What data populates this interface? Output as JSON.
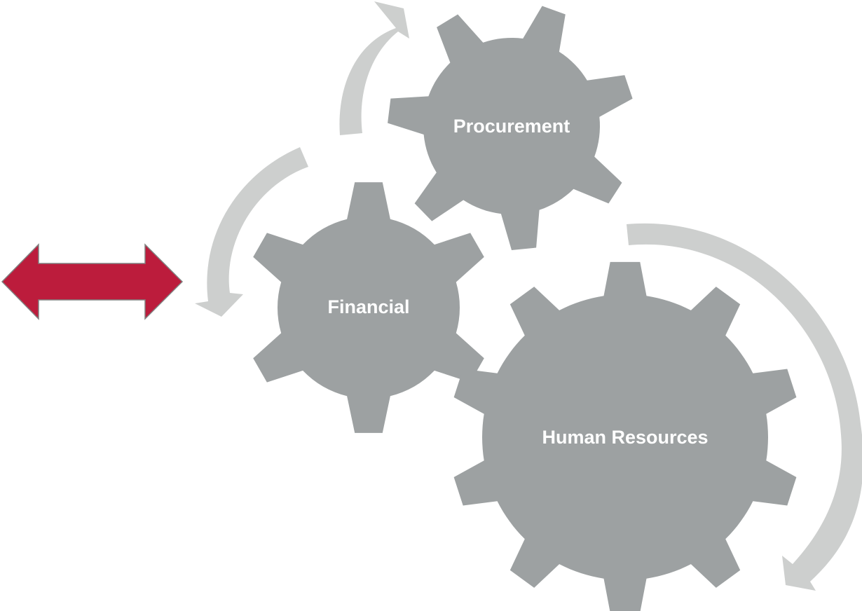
{
  "diagram": {
    "gears": {
      "procurement": {
        "label": "Procurement"
      },
      "financial": {
        "label": "Financial"
      },
      "human_resources": {
        "label": "Human Resources"
      }
    },
    "colors": {
      "gear": "#9da1a2",
      "cycle_arrow": "#cdcfce",
      "double_arrow_fill": "#bc1c3c",
      "double_arrow_stroke": "#808080",
      "label": "#ffffff"
    }
  }
}
